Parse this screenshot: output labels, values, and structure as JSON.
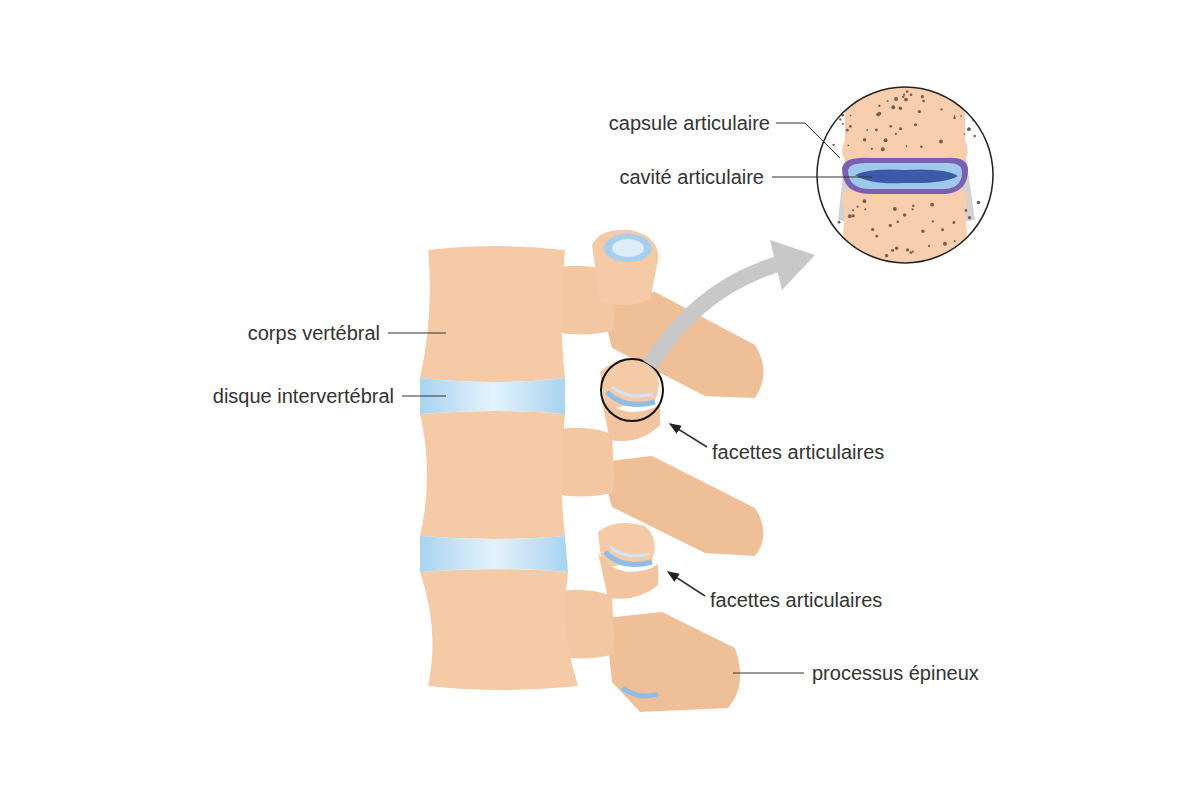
{
  "diagram": {
    "labels": [
      "capsule articulaire",
      "cavité articulaire",
      "corps vertébral",
      "disque intervertébral",
      "facettes articulaires",
      "facettes articulaires",
      "processus épineux"
    ]
  }
}
